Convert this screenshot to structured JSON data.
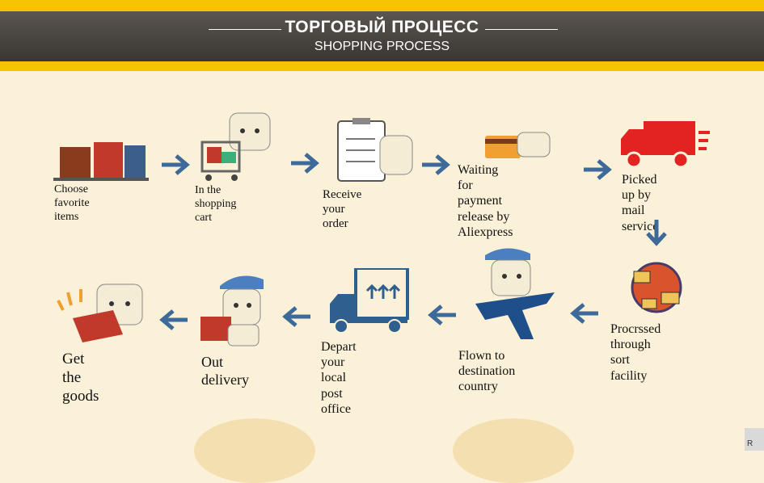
{
  "header": {
    "title": "ТОРГОВЫЙ ПРОЦЕСС",
    "subtitle": "SHOPPING PROCESS"
  },
  "steps": [
    {
      "label": "Choose favorite items",
      "icon": "shopping-bags-icon"
    },
    {
      "label": "In the shopping cart",
      "icon": "shopping-cart-icon"
    },
    {
      "label": "Receive your order",
      "icon": "clipboard-icon"
    },
    {
      "label": "Waiting for payment\nrelease by Aliexpress",
      "icon": "payment-card-icon"
    },
    {
      "label": "Picked up by\nmail service",
      "icon": "delivery-truck-icon"
    },
    {
      "label": "Procrssed through\nsort facility",
      "icon": "globe-envelopes-icon"
    },
    {
      "label": "Flown to destination\ncountry",
      "icon": "airplane-icon"
    },
    {
      "label": "Depart your local\npost office",
      "icon": "box-truck-icon"
    },
    {
      "label": "Out delivery",
      "icon": "courier-icon"
    },
    {
      "label": "Get  the goods",
      "icon": "gift-box-icon"
    }
  ],
  "colors": {
    "accent": "#f6c400",
    "banner": "#4a4642",
    "arrow": "#3e6a9a",
    "truck": "#e32222",
    "box": "#2f5f8f"
  },
  "corner_text": "R"
}
